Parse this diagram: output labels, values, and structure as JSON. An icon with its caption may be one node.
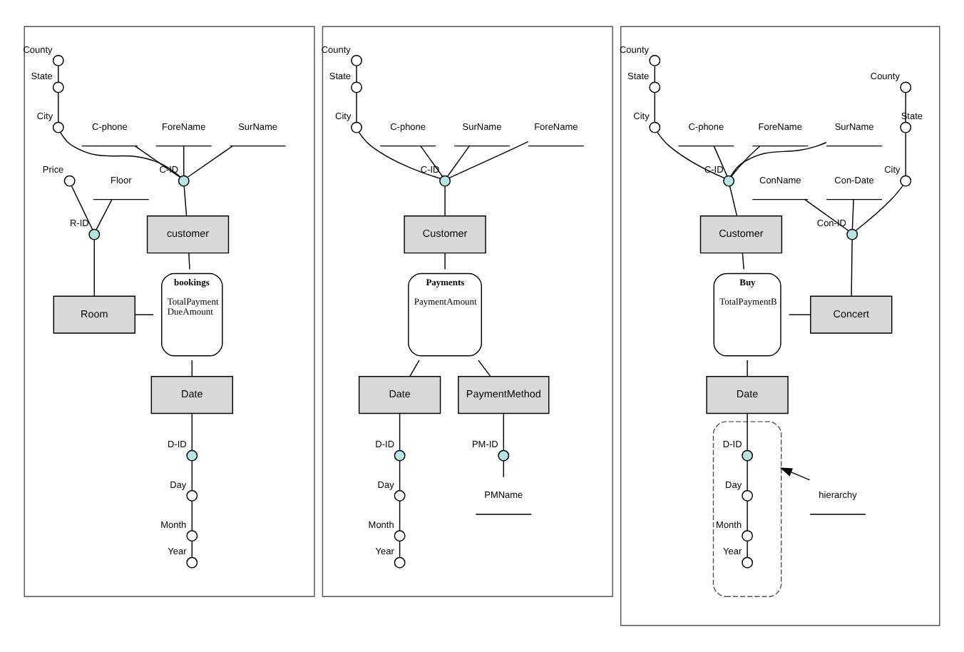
{
  "diagram": {
    "nodes": [
      {
        "text": [],
        "shape": "box"
      },
      {
        "text": [],
        "shape": "circle",
        "beside": [
          "County"
        ],
        "in": 0
      },
      {
        "text": [],
        "shape": "circle",
        "beside": [
          "State"
        ],
        "in": 0
      },
      {
        "text": [],
        "shape": "circle",
        "beside": [
          "City"
        ],
        "in": 0
      },
      {
        "text": [],
        "shape": "circle",
        "beside": [
          "C-ID"
        ],
        "in": 0
      },
      {
        "text": [
          "C-phone"
        ],
        "in": 0
      },
      {
        "text": [
          "ForeName"
        ],
        "in": 0
      },
      {
        "text": [
          "SurName"
        ],
        "in": 0
      },
      {
        "text": [
          "customer"
        ],
        "in": 0
      },
      {
        "text": [],
        "shape": "circle",
        "beside": [
          "Price"
        ],
        "in": 0
      },
      {
        "text": [
          "Floor"
        ],
        "in": 0
      },
      {
        "text": [],
        "shape": "circle",
        "beside": [
          "R-ID"
        ],
        "in": 0
      },
      {
        "text": [
          "Room"
        ],
        "in": 0
      },
      {
        "text": [
          "bookings",
          "TotalPayment",
          "DueAmount"
        ],
        "in": 0
      },
      {
        "text": [
          "Date"
        ],
        "in": 0
      },
      {
        "text": [],
        "shape": "circle",
        "beside": [
          "D-ID"
        ],
        "in": 0
      },
      {
        "text": [],
        "shape": "circle",
        "beside": [
          "Day"
        ],
        "in": 0
      },
      {
        "text": [],
        "shape": "circle",
        "beside": [
          "Month"
        ],
        "in": 0
      },
      {
        "text": [],
        "shape": "circle",
        "beside": [
          "Year"
        ],
        "in": 0
      },
      {
        "text": [],
        "shape": "box"
      },
      {
        "text": [],
        "shape": "circle",
        "beside": [
          "County"
        ],
        "in": 19
      },
      {
        "text": [],
        "shape": "circle",
        "beside": [
          "State"
        ],
        "in": 19
      },
      {
        "text": [],
        "shape": "circle",
        "beside": [
          "City"
        ],
        "in": 19
      },
      {
        "text": [],
        "shape": "circle",
        "beside": [
          "C-ID"
        ],
        "in": 19
      },
      {
        "text": [
          "C-phone"
        ],
        "in": 19
      },
      {
        "text": [
          "SurName"
        ],
        "in": 19
      },
      {
        "text": [
          "ForeName"
        ],
        "in": 19
      },
      {
        "text": [
          "Customer"
        ],
        "in": 19
      },
      {
        "text": [
          "Payments",
          "PaymentAmount"
        ],
        "in": 19
      },
      {
        "text": [
          "Date"
        ],
        "in": 19
      },
      {
        "text": [
          "PaymentMethod"
        ],
        "in": 19
      },
      {
        "text": [],
        "shape": "circle",
        "beside": [
          "D-ID"
        ],
        "in": 19
      },
      {
        "text": [],
        "shape": "circle",
        "beside": [
          "PM-ID"
        ],
        "in": 19
      },
      {
        "text": [
          "PMName"
        ],
        "in": 19
      },
      {
        "text": [],
        "shape": "circle",
        "beside": [
          "Day"
        ],
        "in": 19
      },
      {
        "text": [],
        "shape": "circle",
        "beside": [
          "Month"
        ],
        "in": 19
      },
      {
        "text": [],
        "shape": "circle",
        "beside": [
          "Year"
        ],
        "in": 19
      },
      {
        "text": [],
        "shape": "box"
      },
      {
        "text": [],
        "shape": "circle",
        "beside": [
          "County"
        ],
        "in": 37
      },
      {
        "text": [],
        "shape": "circle",
        "beside": [
          "State"
        ],
        "in": 37
      },
      {
        "text": [],
        "shape": "circle",
        "beside": [
          "City"
        ],
        "in": 37
      },
      {
        "text": [],
        "shape": "circle",
        "beside": [
          "C-ID"
        ],
        "in": 37
      },
      {
        "text": [
          "C-phone"
        ],
        "in": 37
      },
      {
        "text": [
          "ForeName"
        ],
        "in": 37
      },
      {
        "text": [
          "SurName"
        ],
        "in": 37
      },
      {
        "text": [
          "Customer"
        ],
        "in": 37
      },
      {
        "text": [],
        "shape": "circle",
        "beside": [
          "County"
        ],
        "in": 37
      },
      {
        "text": [],
        "shape": "circle",
        "beside": [
          "State"
        ],
        "in": 37
      },
      {
        "text": [],
        "shape": "circle",
        "beside": [
          "City"
        ],
        "in": 37
      },
      {
        "text": [
          "ConName"
        ],
        "in": 37
      },
      {
        "text": [
          "Con-Date"
        ],
        "in": 37
      },
      {
        "text": [],
        "shape": "circle",
        "beside": [
          "Con-ID"
        ],
        "in": 37
      },
      {
        "text": [
          "Buy",
          "TotalPaymentB"
        ],
        "in": 37
      },
      {
        "text": [
          "Concert"
        ],
        "in": 37
      },
      {
        "text": [
          "Date"
        ],
        "in": 37
      },
      {
        "text": [],
        "shape": "ellipse",
        "in": 37
      },
      {
        "text": [],
        "shape": "circle",
        "beside": [
          "D-ID"
        ],
        "in": 55
      },
      {
        "text": [],
        "shape": "circle",
        "beside": [
          "Day"
        ],
        "in": 55
      },
      {
        "text": [],
        "shape": "circle",
        "beside": [
          "Month"
        ],
        "in": 55
      },
      {
        "text": [],
        "shape": "circle",
        "beside": [
          "Year"
        ],
        "in": 55
      },
      {
        "text": [
          "hierarchy"
        ],
        "in": 37
      }
    ],
    "edges": [
      {
        "from": 1,
        "to": 2,
        "arrow": "none"
      },
      {
        "from": 2,
        "to": 3,
        "arrow": "none"
      },
      {
        "from": 3,
        "to": 4,
        "arrow": "none"
      },
      {
        "from": 5,
        "to": 4,
        "arrow": "none"
      },
      {
        "from": 6,
        "to": 4,
        "arrow": "none"
      },
      {
        "from": 7,
        "to": 4,
        "arrow": "none"
      },
      {
        "from": 4,
        "to": 8,
        "arrow": "none"
      },
      {
        "from": 8,
        "to": 13,
        "arrow": "none"
      },
      {
        "from": 9,
        "to": 11,
        "arrow": "none"
      },
      {
        "from": 10,
        "to": 11,
        "arrow": "none"
      },
      {
        "from": 11,
        "to": 12,
        "arrow": "none"
      },
      {
        "from": 12,
        "to": 13,
        "arrow": "none"
      },
      {
        "from": 13,
        "to": 14,
        "arrow": "none"
      },
      {
        "from": 14,
        "to": 15,
        "arrow": "none"
      },
      {
        "from": 15,
        "to": 16,
        "arrow": "none"
      },
      {
        "from": 16,
        "to": 17,
        "arrow": "none"
      },
      {
        "from": 17,
        "to": 18,
        "arrow": "none"
      },
      {
        "from": 20,
        "to": 21,
        "arrow": "none"
      },
      {
        "from": 21,
        "to": 22,
        "arrow": "none"
      },
      {
        "from": 22,
        "to": 23,
        "arrow": "none"
      },
      {
        "from": 24,
        "to": 23,
        "arrow": "none"
      },
      {
        "from": 25,
        "to": 23,
        "arrow": "none"
      },
      {
        "from": 26,
        "to": 23,
        "arrow": "none"
      },
      {
        "from": 23,
        "to": 27,
        "arrow": "none"
      },
      {
        "from": 27,
        "to": 28,
        "arrow": "none"
      },
      {
        "from": 28,
        "to": 29,
        "arrow": "none"
      },
      {
        "from": 28,
        "to": 30,
        "arrow": "none"
      },
      {
        "from": 29,
        "to": 31,
        "arrow": "none"
      },
      {
        "from": 30,
        "to": 32,
        "arrow": "none"
      },
      {
        "from": 32,
        "to": 33,
        "arrow": "none"
      },
      {
        "from": 31,
        "to": 34,
        "arrow": "none"
      },
      {
        "from": 34,
        "to": 35,
        "arrow": "none"
      },
      {
        "from": 35,
        "to": 36,
        "arrow": "none"
      },
      {
        "from": 38,
        "to": 39,
        "arrow": "none"
      },
      {
        "from": 39,
        "to": 40,
        "arrow": "none"
      },
      {
        "from": 40,
        "to": 41,
        "arrow": "none"
      },
      {
        "from": 42,
        "to": 41,
        "arrow": "none"
      },
      {
        "from": 43,
        "to": 41,
        "arrow": "none"
      },
      {
        "from": 44,
        "to": 41,
        "arrow": "none"
      },
      {
        "from": 41,
        "to": 45,
        "arrow": "none"
      },
      {
        "from": 45,
        "to": 52,
        "arrow": "none"
      },
      {
        "from": 46,
        "to": 47,
        "arrow": "none"
      },
      {
        "from": 47,
        "to": 48,
        "arrow": "none"
      },
      {
        "from": 48,
        "to": 51,
        "arrow": "none"
      },
      {
        "from": 49,
        "to": 51,
        "arrow": "none"
      },
      {
        "from": 50,
        "to": 51,
        "arrow": "none"
      },
      {
        "from": 51,
        "to": 53,
        "arrow": "none"
      },
      {
        "from": 52,
        "to": 53,
        "arrow": "none"
      },
      {
        "from": 52,
        "to": 54,
        "arrow": "none"
      },
      {
        "from": 54,
        "to": 56,
        "arrow": "none"
      },
      {
        "from": 56,
        "to": 57,
        "arrow": "none"
      },
      {
        "from": 57,
        "to": 58,
        "arrow": "none"
      },
      {
        "from": 58,
        "to": 59,
        "arrow": "none"
      },
      {
        "from": 60,
        "to": 55,
        "arrow": "to"
      }
    ]
  }
}
